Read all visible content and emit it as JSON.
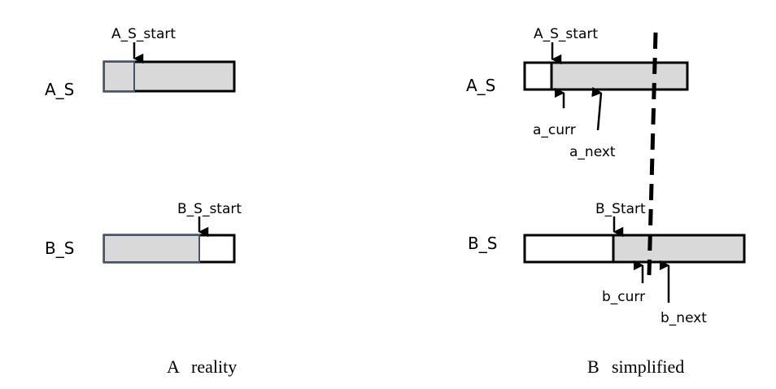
{
  "left_panel": {
    "row_a_label": "A_S",
    "row_b_label": "B_S",
    "a_start_label": "A_S_start",
    "b_start_label": "B_S_start",
    "caption_letter": "A",
    "caption_text": "reality"
  },
  "right_panel": {
    "row_a_label": "A_S",
    "row_b_label": "B_S",
    "a_start_label": "A_S_start",
    "b_start_label": "B_Start",
    "a_curr_label": "a_curr",
    "a_next_label": "a_next",
    "b_curr_label": "b_curr",
    "b_next_label": "b_next",
    "caption_letter": "B",
    "caption_text": "simplified"
  },
  "colors": {
    "fill": "#d9d9d9",
    "outline": "#000000",
    "blue_outline": "#44546a"
  }
}
